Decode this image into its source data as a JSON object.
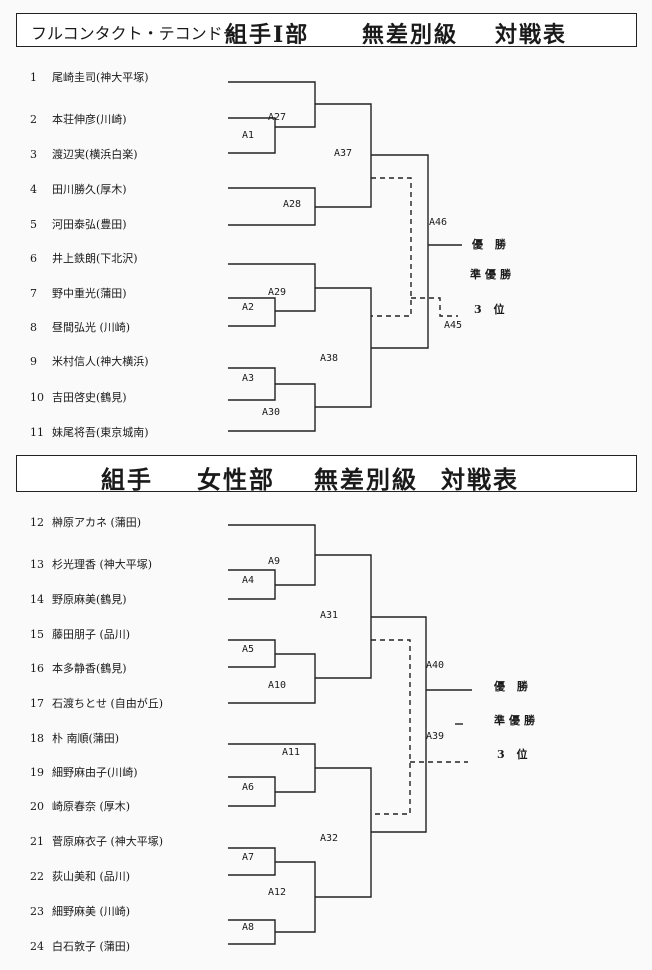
{
  "section1": {
    "title_a": "フルコンタクト・テコンドー",
    "title_b": "組手Ⅰ部",
    "title_c": "無差別級",
    "title_d": "対戦表",
    "players": [
      {
        "num": "1",
        "name": "尾崎圭司(神大平塚)"
      },
      {
        "num": "2",
        "name": "本荘伸彦(川崎)"
      },
      {
        "num": "3",
        "name": "渡辺実(横浜白楽)"
      },
      {
        "num": "4",
        "name": "田川勝久(厚木)"
      },
      {
        "num": "5",
        "name": "河田泰弘(豊田)"
      },
      {
        "num": "6",
        "name": "井上鉄朗(下北沢)"
      },
      {
        "num": "7",
        "name": "野中重光(蒲田)"
      },
      {
        "num": "8",
        "name": "昼間弘光 (川崎)"
      },
      {
        "num": "9",
        "name": "米村信人(神大横浜)"
      },
      {
        "num": "10",
        "name": "吉田啓史(鶴見)"
      },
      {
        "num": "11",
        "name": "妹尾将吾(東京城南)"
      }
    ],
    "bouts": {
      "A1": "A1",
      "A2": "A2",
      "A3": "A3",
      "A27": "A27",
      "A28": "A28",
      "A29": "A29",
      "A30": "A30",
      "A37": "A37",
      "A38": "A38",
      "A45": "A45",
      "A46": "A46"
    },
    "places": {
      "first": "優 勝",
      "second": "準優勝",
      "third": "3 位"
    }
  },
  "section2": {
    "title_a": "組手",
    "title_b": "女性部",
    "title_c": "無差別級",
    "title_d": "対戦表",
    "players": [
      {
        "num": "12",
        "name": "榊原アカネ (蒲田)"
      },
      {
        "num": "13",
        "name": "杉光理香 (神大平塚)"
      },
      {
        "num": "14",
        "name": "野原麻美(鶴見)"
      },
      {
        "num": "15",
        "name": "藤田朋子 (品川)"
      },
      {
        "num": "16",
        "name": "本多静香(鶴見)"
      },
      {
        "num": "17",
        "name": "石渡ちとせ (自由が丘)"
      },
      {
        "num": "18",
        "name": "朴 南順(蒲田)"
      },
      {
        "num": "19",
        "name": "細野麻由子(川崎)"
      },
      {
        "num": "20",
        "name": "崎原春奈 (厚木)"
      },
      {
        "num": "21",
        "name": "菅原麻衣子 (神大平塚)"
      },
      {
        "num": "22",
        "name": "荻山美和 (品川)"
      },
      {
        "num": "23",
        "name": "細野麻美 (川崎)"
      },
      {
        "num": "24",
        "name": "白石敦子 (蒲田)"
      }
    ],
    "bouts": {
      "A4": "A4",
      "A5": "A5",
      "A6": "A6",
      "A7": "A7",
      "A8": "A8",
      "A9": "A9",
      "A10": "A10",
      "A11": "A11",
      "A12": "A12",
      "A31": "A31",
      "A32": "A32",
      "A39": "A39",
      "A40": "A40"
    },
    "places": {
      "first": "優 勝",
      "second": "準優勝",
      "third": "3 位"
    }
  }
}
